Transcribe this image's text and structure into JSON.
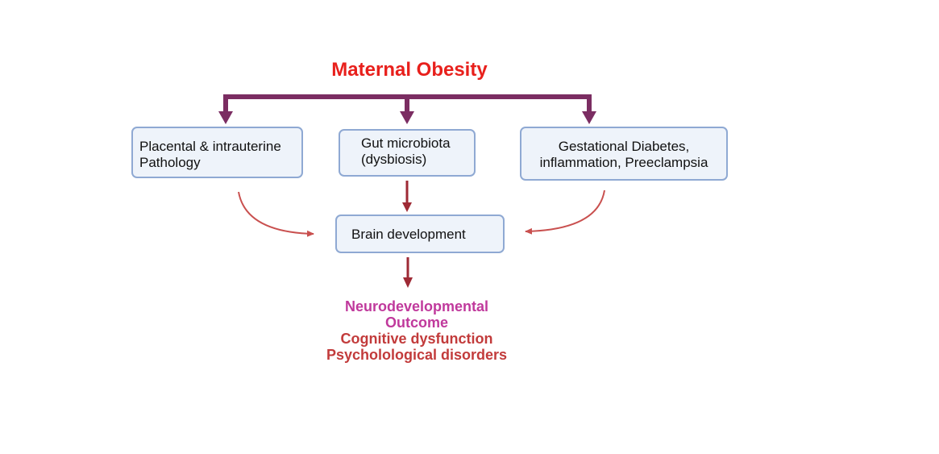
{
  "title": "Maternal Obesity",
  "boxes": {
    "placental": {
      "line1": "Placental & intrauterine",
      "line2": "Pathology"
    },
    "gut": {
      "line1": "Gut microbiota",
      "line2": "(dysbiosis)"
    },
    "gestational": {
      "line1": "Gestational Diabetes,",
      "line2": "inflammation, Preeclampsia"
    },
    "brain": {
      "label": "Brain development"
    }
  },
  "outcomes": {
    "neuro_line1": "Neurodevelopmental",
    "neuro_line2": "Outcome",
    "cognitive": "Cognitive dysfunction",
    "psychological": "Psycholological disorders"
  },
  "colors": {
    "title": "#e8201c",
    "bracket": "#7b2d62",
    "arrow": "#c9504f",
    "arrow_dark": "#9e2a35",
    "box_fill": "#eef3fa",
    "box_border": "#8fa9d3",
    "neuro_outcome": "#c0399c",
    "other_outcomes": "#c23b3b"
  }
}
